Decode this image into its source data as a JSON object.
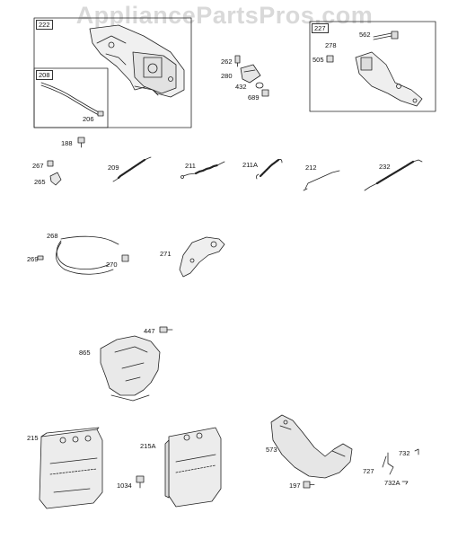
{
  "watermark": "AppliancePartsPros.com",
  "colors": {
    "line": "#222222",
    "fill": "#e8e8e8",
    "watermark": "#d9d9d9"
  },
  "labels": {
    "p222": "222",
    "p208": "208",
    "p206": "206",
    "p262": "262",
    "p280": "280",
    "p432": "432",
    "p689": "689",
    "p227": "227",
    "p278": "278",
    "p562": "562",
    "p505": "505",
    "p188": "188",
    "p267": "267",
    "p265": "265",
    "p209": "209",
    "p211": "211",
    "p211A": "211A",
    "p212": "212",
    "p232": "232",
    "p268": "268",
    "p269": "269",
    "p270": "270",
    "p271": "271",
    "p447": "447",
    "p865": "865",
    "p215": "215",
    "p215A": "215A",
    "p1034": "1034",
    "p573": "573",
    "p197": "197",
    "p727": "727",
    "p732": "732",
    "p732A": "732A"
  }
}
